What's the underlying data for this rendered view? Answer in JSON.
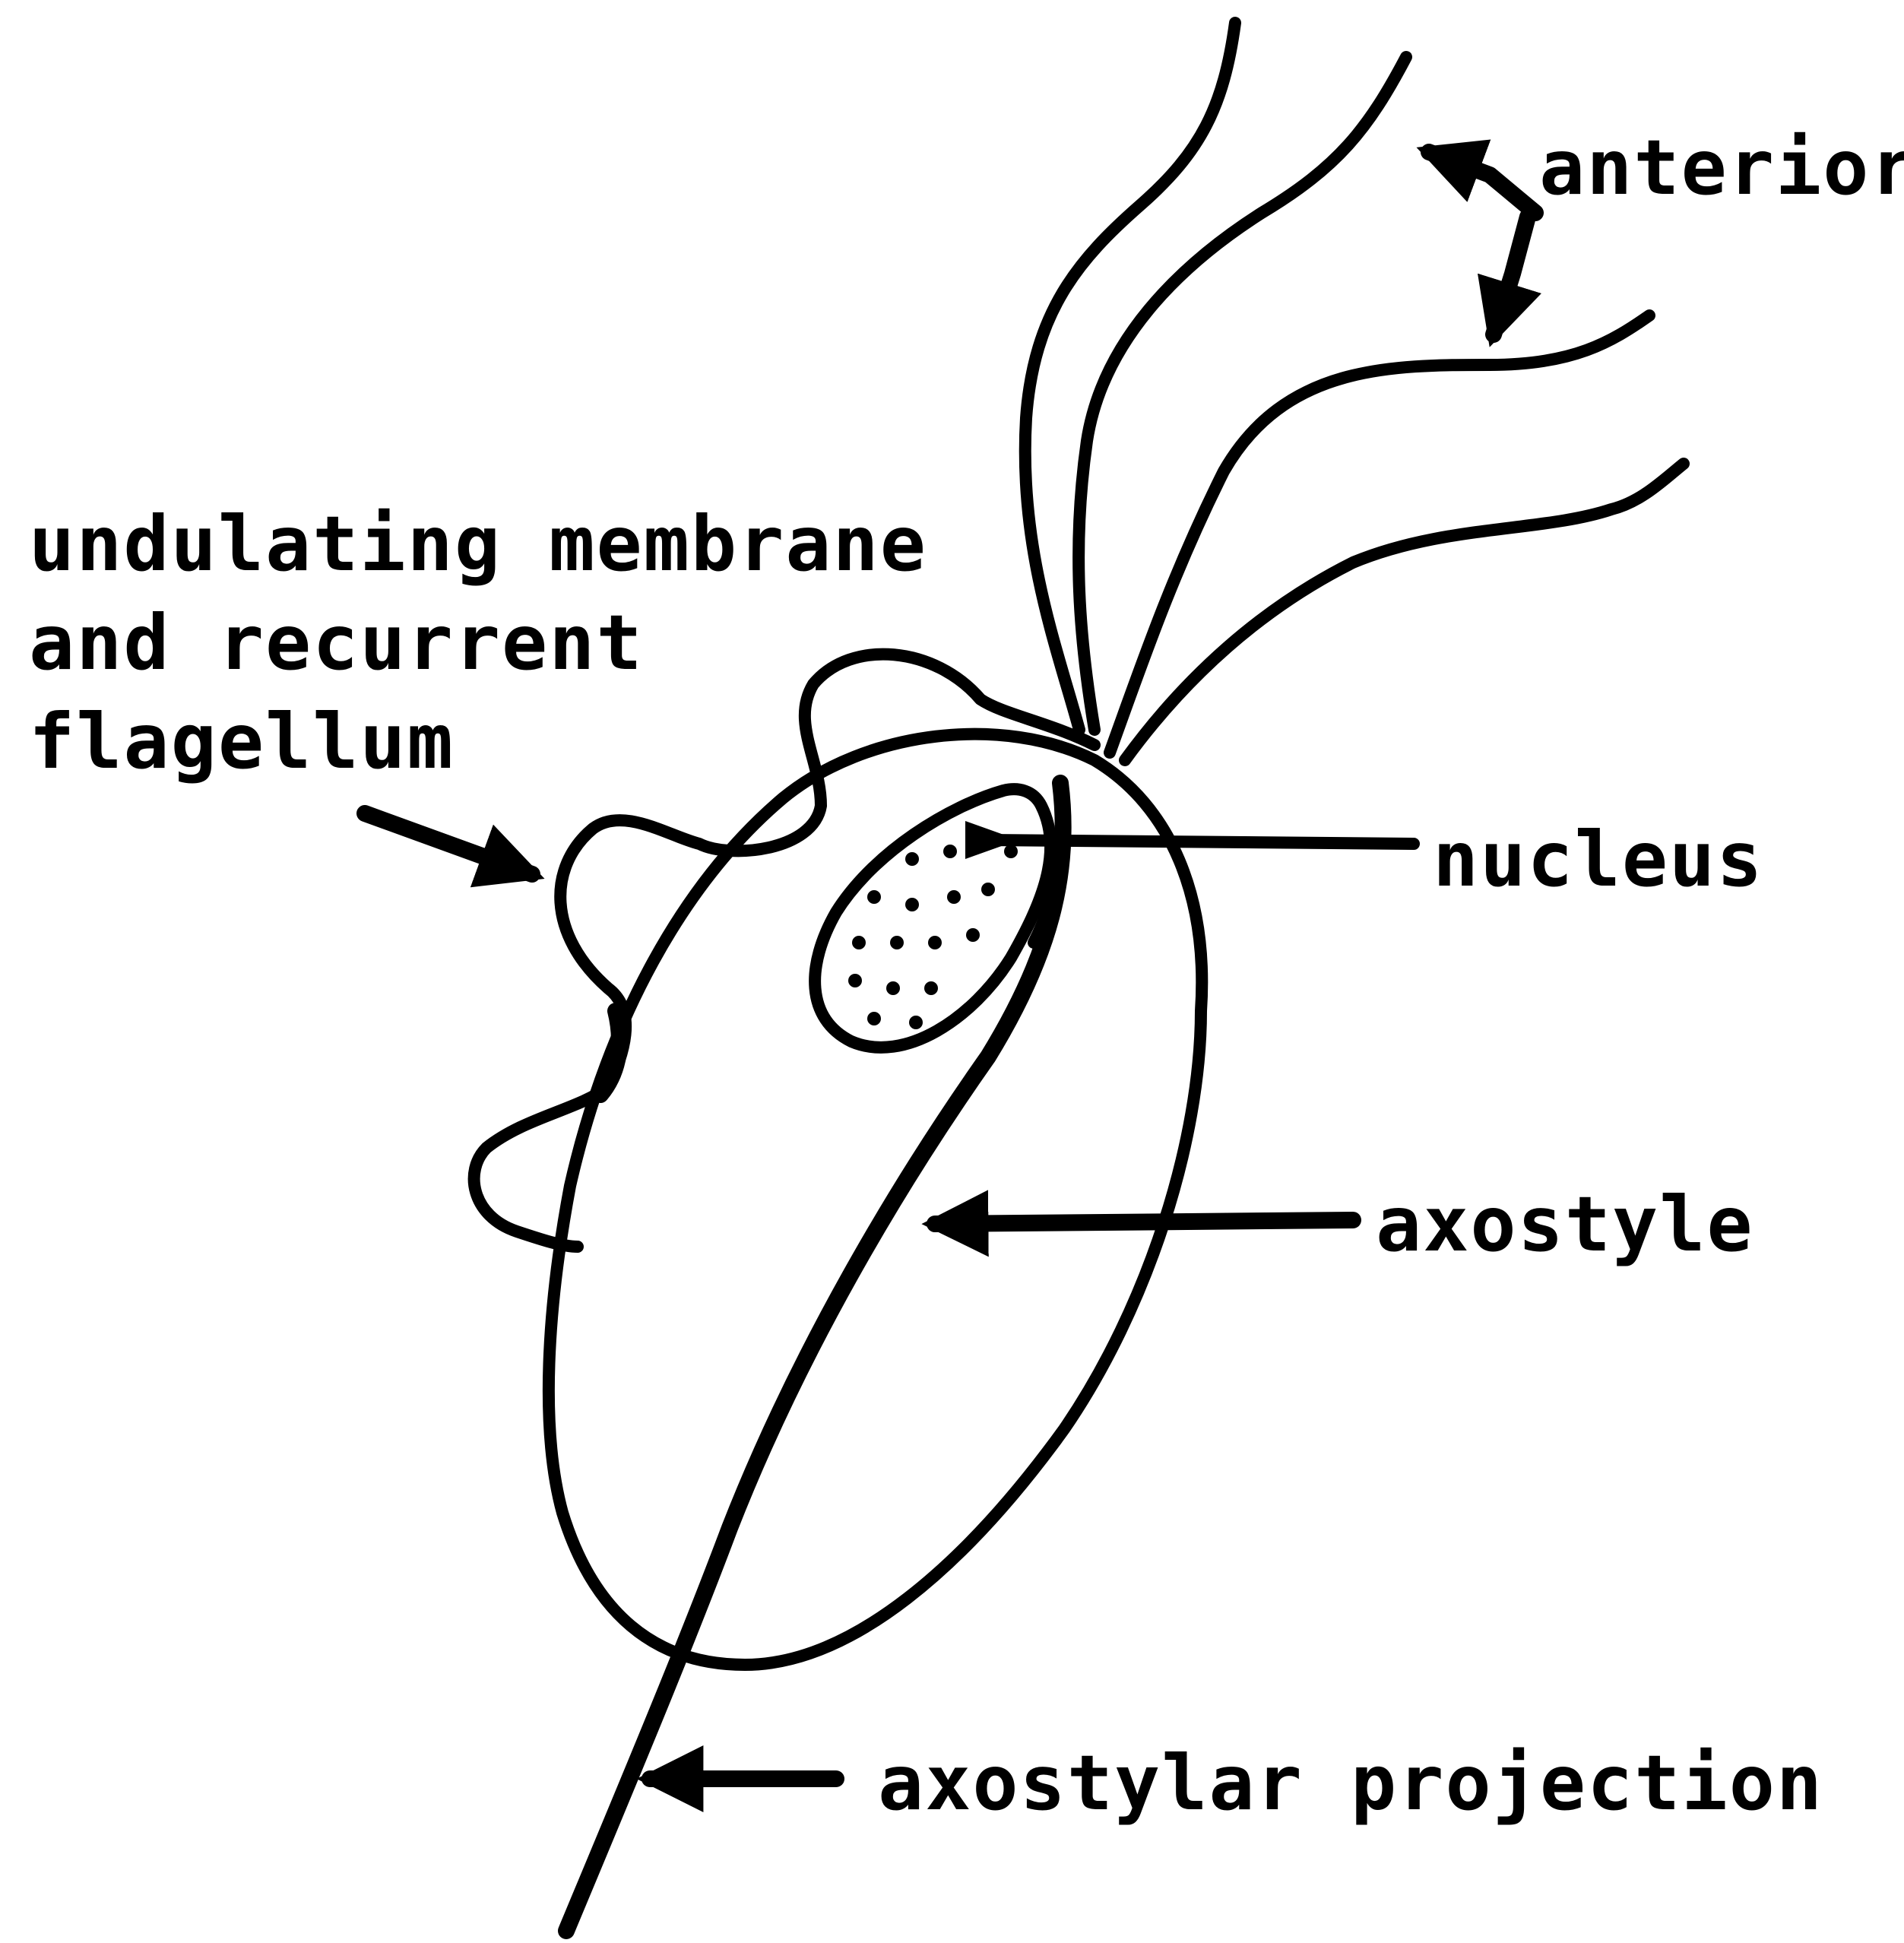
{
  "labels": {
    "anterior_flagella": "anterior flagella",
    "undulating_line1": "undulating membrane",
    "undulating_line2": "and recurrent",
    "undulating_line3": "flagellum",
    "nucleus": "nucleus",
    "axostyle": "axostyle",
    "axostylar_projection": "axostylar projection"
  }
}
